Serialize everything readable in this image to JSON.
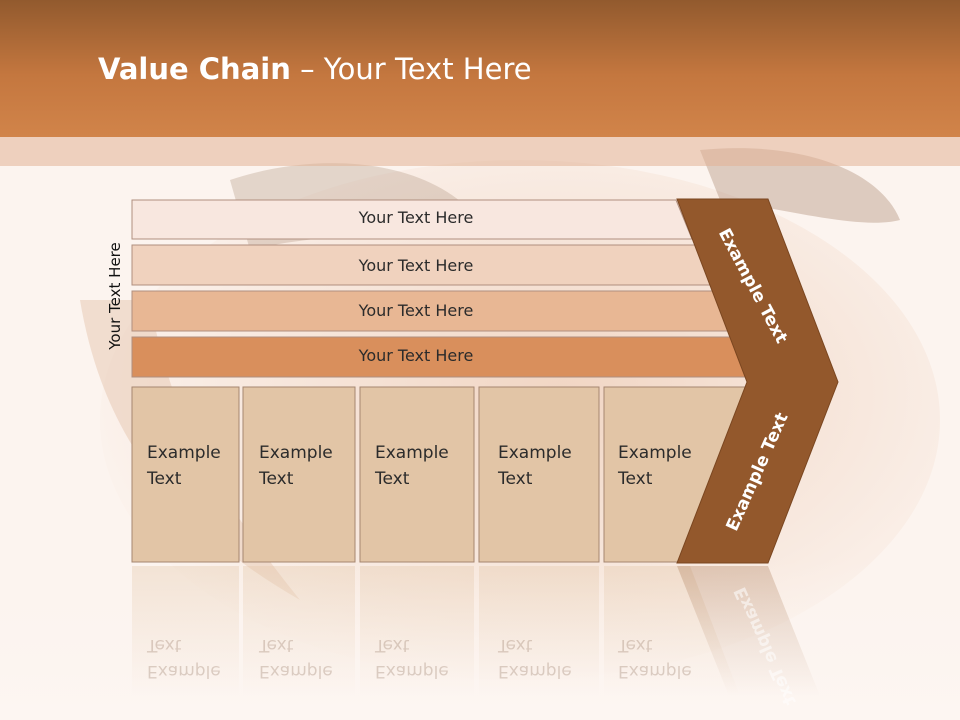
{
  "title": {
    "bold": "Value Chain",
    "rest": " – Your Text Here"
  },
  "side_label": "Your Text Here",
  "rows": [
    "Your Text Here",
    "Your Text Here",
    "Your Text Here",
    "Your Text Here"
  ],
  "columns": [
    {
      "line1": "Example",
      "line2": "Text"
    },
    {
      "line1": "Example",
      "line2": "Text"
    },
    {
      "line1": "Example",
      "line2": "Text"
    },
    {
      "line1": "Example",
      "line2": "Text"
    },
    {
      "line1": "Example",
      "line2": "Text"
    }
  ],
  "chevron": {
    "upper": "Example Text",
    "lower": "Example Text"
  },
  "colors": {
    "title_bar": "#c4773f",
    "row1": "#f8e7df",
    "row2": "#f0d2be",
    "row3": "#e8b794",
    "row4": "#d98f5c",
    "columns": "#e2c5a6",
    "chevron": "#93582c"
  }
}
